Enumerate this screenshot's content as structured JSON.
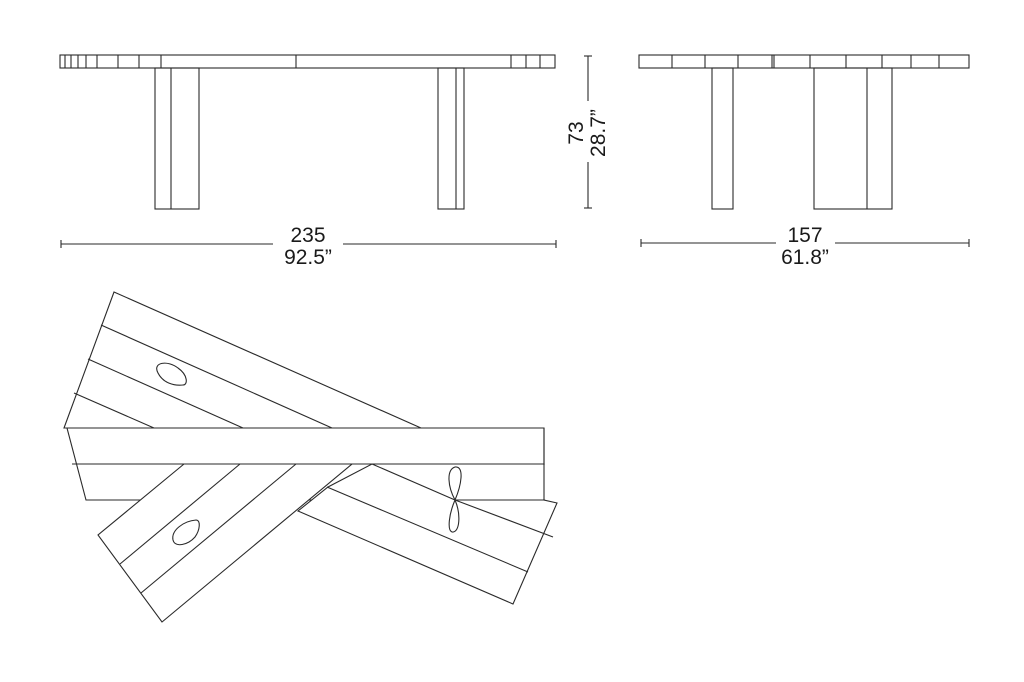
{
  "drawing": {
    "views": [
      "front-elevation",
      "side-elevation",
      "top-plan"
    ],
    "line_color": "#2a2a2a",
    "background": "#ffffff"
  },
  "dimensions": {
    "length": {
      "cm": "235",
      "inches": "92.5”"
    },
    "width": {
      "cm": "157",
      "inches": "61.8”"
    },
    "height": {
      "cm": "73",
      "inches": "28.7”"
    }
  }
}
